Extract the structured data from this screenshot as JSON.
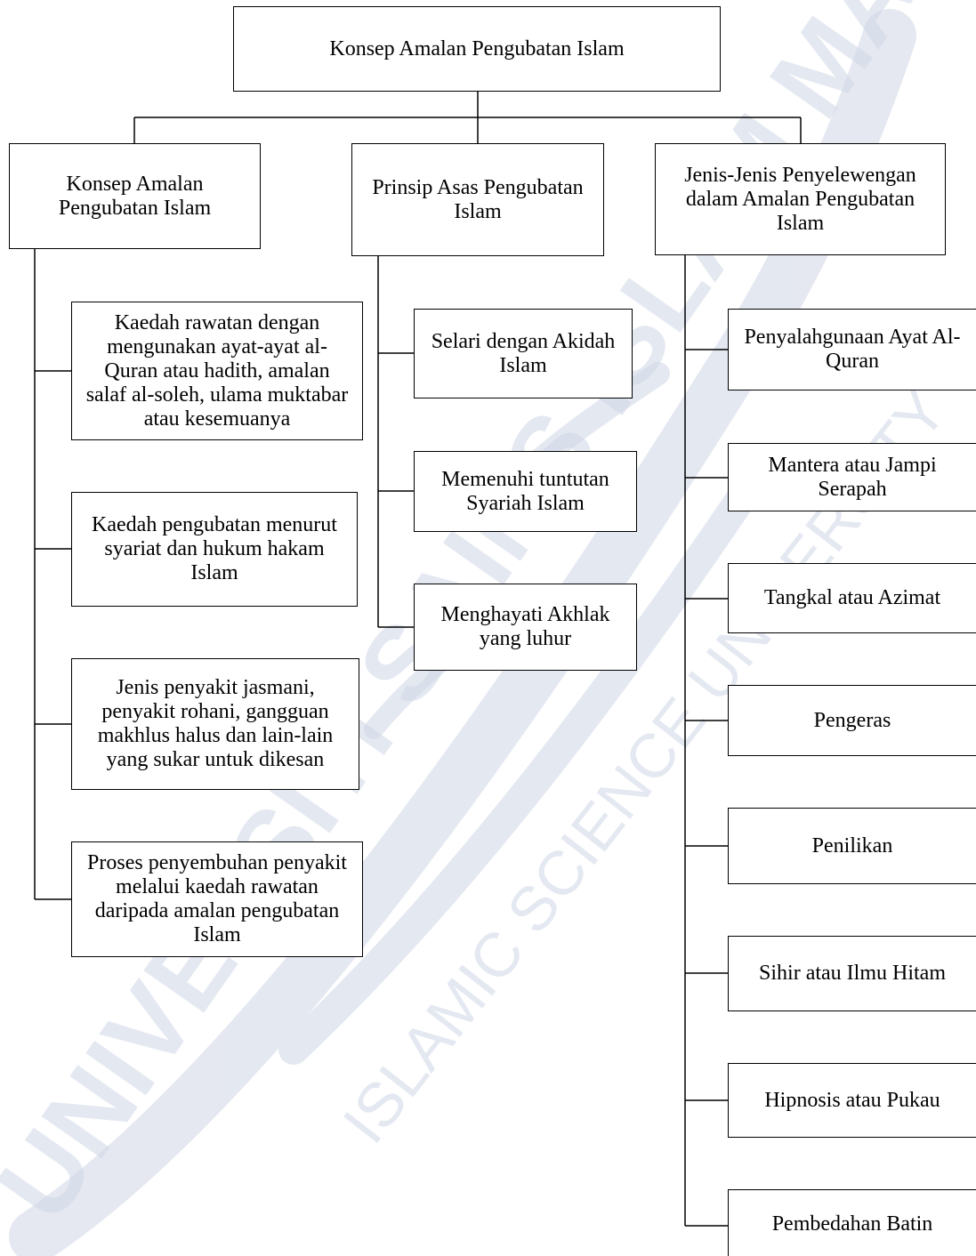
{
  "root": {
    "label": "Konsep Amalan Pengubatan Islam"
  },
  "branches": [
    {
      "label": "Konsep Amalan\nPengubatan Islam",
      "children": [
        "Kaedah rawatan dengan\nmengunakan ayat-ayat al-\nQuran atau hadith, amalan\nsalaf al-soleh, ulama muktabar\natau kesemuanya",
        "Kaedah pengubatan menurut\nsyariat dan hukum hakam\nIslam",
        "Jenis penyakit jasmani,\npenyakit rohani, gangguan\nmakhlus halus dan lain-lain\nyang sukar untuk dikesan",
        "Proses penyembuhan penyakit\nmelalui kaedah rawatan\ndaripada amalan pengubatan\nIslam"
      ]
    },
    {
      "label": "Prinsip Asas Pengubatan\nIslam",
      "children": [
        "Selari dengan Akidah\nIslam",
        "Memenuhi tuntutan\nSyariah Islam",
        "Menghayati Akhlak\nyang luhur"
      ]
    },
    {
      "label": "Jenis-Jenis Penyelewengan\ndalam Amalan Pengubatan\nIslam",
      "children": [
        "Penyalahgunaan Ayat Al-\nQuran",
        "Mantera atau Jampi\nSerapah",
        "Tangkal atau Azimat",
        "Pengeras",
        "Penilikan",
        "Sihir atau Ilmu Hitam",
        "Hipnosis atau Pukau",
        "Pembedahan Batin"
      ]
    }
  ],
  "watermark": {
    "text_main": "UNIVERSITI SAINS ISLAM MALAYSIA",
    "text_sub": "ISLAMIC SCIENCE UNIVERSITY OF MALAYSIA",
    "color": "#cfd6e6"
  }
}
